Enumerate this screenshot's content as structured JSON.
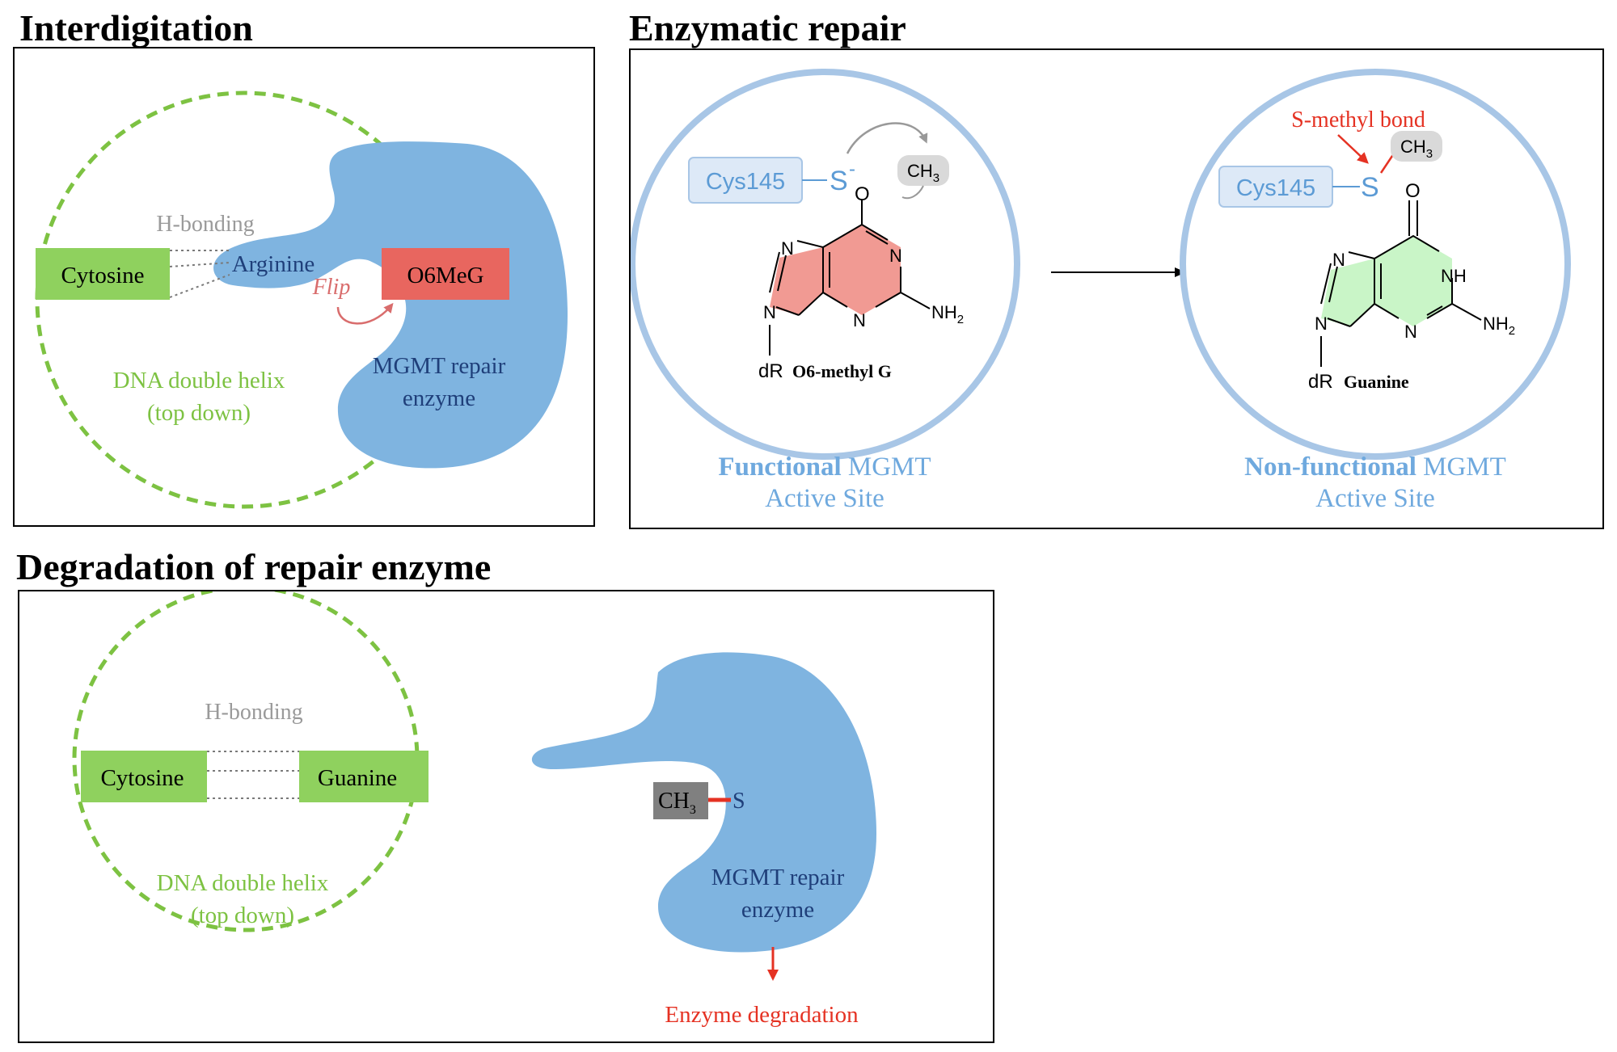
{
  "interdigitation": {
    "title": "Interdigitation",
    "hbond_label": "H-bonding",
    "cytosine_label": "Cytosine",
    "arginine_label": "Arginine",
    "o6meg_label": "O6MeG",
    "flip_label": "Flip",
    "helix_label_line1": "DNA double helix",
    "helix_label_line2": "(top down)",
    "enzyme_label_line1": "MGMT repair",
    "enzyme_label_line2": "enzyme"
  },
  "enzymatic_repair": {
    "title": "Enzymatic repair",
    "left": {
      "cys_label": "Cys145",
      "sulfur": "S",
      "sulfur_charge": "-",
      "methyl": "CH",
      "methyl_sub": "3",
      "oxygen": "O",
      "nitrogen": "N",
      "nh2": "NH",
      "nh2_sub": "2",
      "dr": "dR",
      "name": "O6-methyl G",
      "caption_bold": "Functional",
      "caption_rest": " MGMT",
      "caption_line2": "Active Site"
    },
    "right": {
      "bond_label": "S-methyl bond",
      "cys_label": "Cys145",
      "sulfur": "S",
      "methyl": "CH",
      "methyl_sub": "3",
      "oxygen": "O",
      "nitrogen": "N",
      "nh": "NH",
      "nh2": "NH",
      "nh2_sub": "2",
      "dr": "dR",
      "name": "Guanine",
      "caption_bold": "Non-functional",
      "caption_rest": " MGMT",
      "caption_line2": "Active Site"
    }
  },
  "degradation": {
    "title": "Degradation of repair enzyme",
    "hbond_label": "H-bonding",
    "cytosine_label": "Cytosine",
    "guanine_label": "Guanine",
    "helix_label_line1": "DNA double helix",
    "helix_label_line2": "(top down)",
    "methyl": "CH",
    "methyl_sub": "3",
    "sulfur": "S",
    "enzyme_label_line1": "MGMT repair",
    "enzyme_label_line2": "enzyme",
    "degradation_label": "Enzyme degradation"
  },
  "colors": {
    "helix_green": "#7dc242",
    "box_green": "#8fd15e",
    "enzyme_blue": "#7fb4e0",
    "enzyme_text": "#1f3f7a",
    "o6meg_red": "#e8665f",
    "flip_red": "#d96d6d",
    "hbond_gray": "#9a9a9a",
    "circle_blue": "#a8c6e6",
    "caption_blue": "#6fa9de",
    "cys_fill": "#dde9f7",
    "cys_text": "#5c9bd5",
    "ring_red": "#f19a93",
    "ring_green": "#c9f5c7",
    "alert_red": "#e53223",
    "ch3_gray": "#808080"
  }
}
